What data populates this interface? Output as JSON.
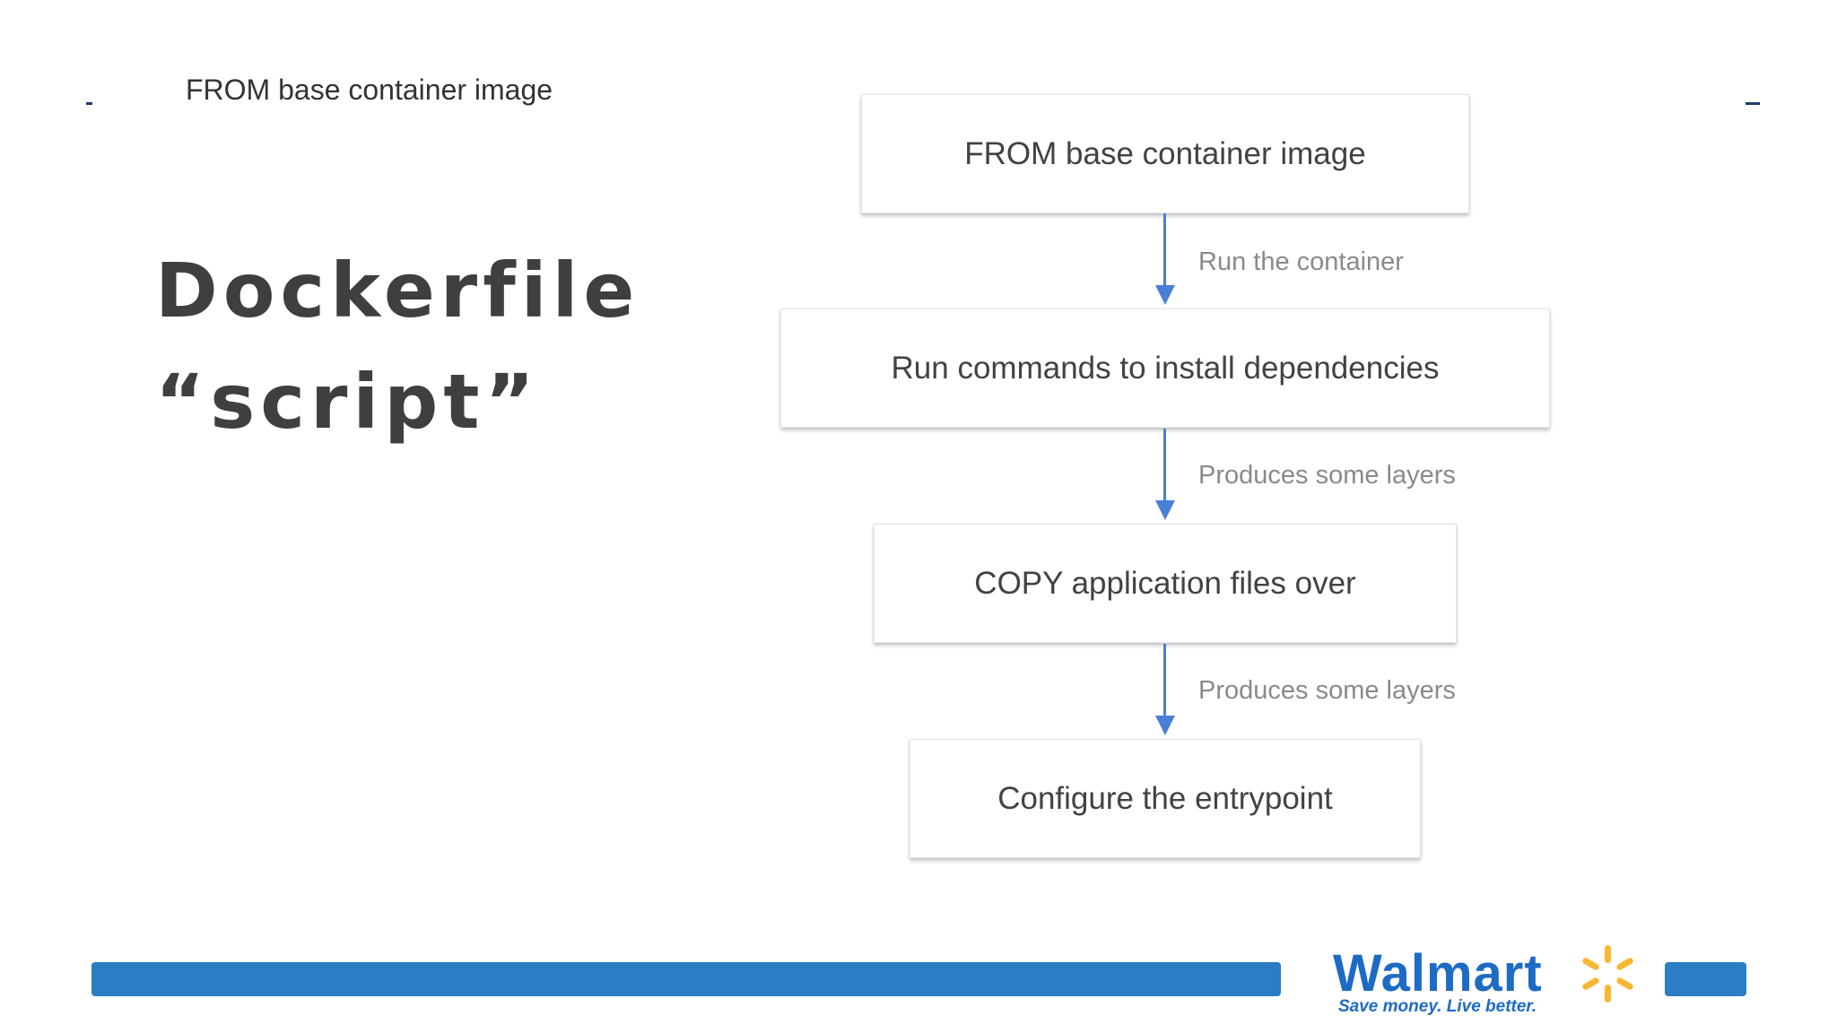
{
  "slide": {
    "caption": "FROM base container image",
    "title_line1": "Dockerfile",
    "title_line2": "“script”"
  },
  "flow": {
    "steps": [
      "FROM base container image",
      "Run commands to install dependencies",
      "COPY application files over",
      "Configure the entrypoint"
    ],
    "edges": [
      "Run the container",
      "Produces some layers",
      "Produces some layers"
    ],
    "arrow_color": "#4a7fd6"
  },
  "footer": {
    "bar_color": "#2b7dc4",
    "logo_text": "Walmart",
    "logo_tagline": "Save money. Live better.",
    "logo_color": "#1d6bc4",
    "spark_color": "#f7b731"
  }
}
